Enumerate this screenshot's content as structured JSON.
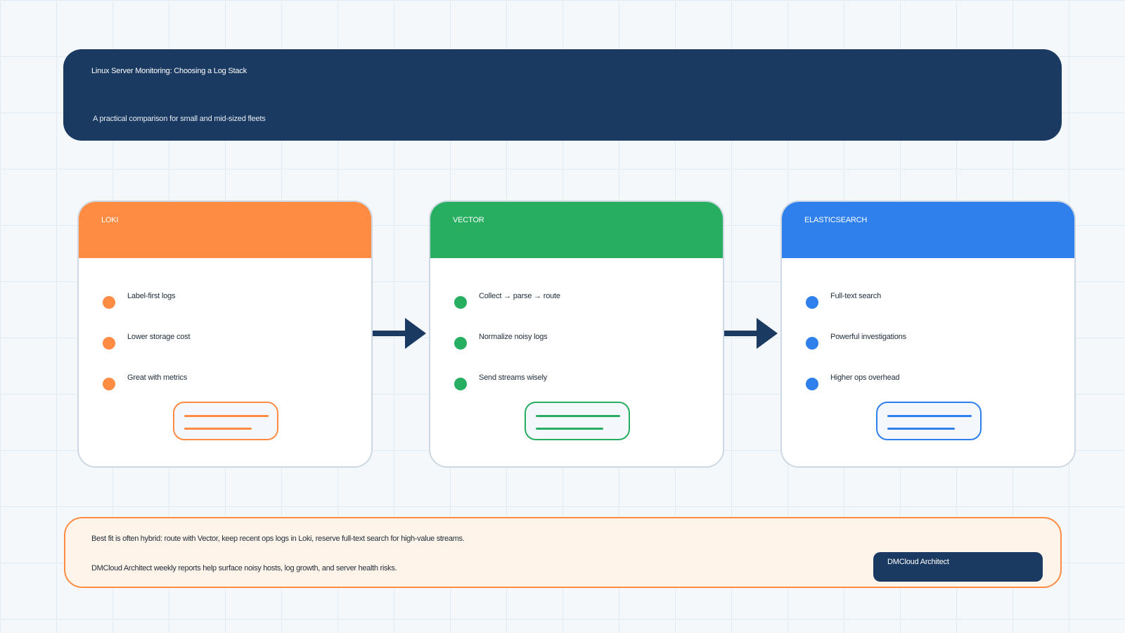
{
  "header": {
    "title": "Linux Server Monitoring: Choosing a Log Stack",
    "subtitle": "A practical comparison for small and mid-sized fleets"
  },
  "cards": [
    {
      "title": "LOKI",
      "color": "#ff8c42",
      "items": [
        "Label-first logs",
        "Lower storage cost",
        "Great with metrics"
      ]
    },
    {
      "title": "VECTOR",
      "color": "#27ae60",
      "items": [
        "Collect → parse → route",
        "Normalize noisy logs",
        "Send streams wisely"
      ]
    },
    {
      "title": "ELASTICSEARCH",
      "color": "#2f80ed",
      "items": [
        "Full-text search",
        "Powerful investigations",
        "Higher ops overhead"
      ]
    }
  ],
  "footer": {
    "line1": "Best fit is often hybrid: route with Vector, keep recent ops logs in Loki, reserve full-text search for high-value streams.",
    "line2": "DMCloud Architect weekly reports help surface noisy hosts, log growth, and server health risks.",
    "badge": "DMCloud Architect"
  },
  "colors": {
    "navy": "#1b3a61",
    "footer_bg": "#fff4ea",
    "arrow": "#1b3a61"
  },
  "icons": {
    "connector": "arrow-right-icon"
  }
}
